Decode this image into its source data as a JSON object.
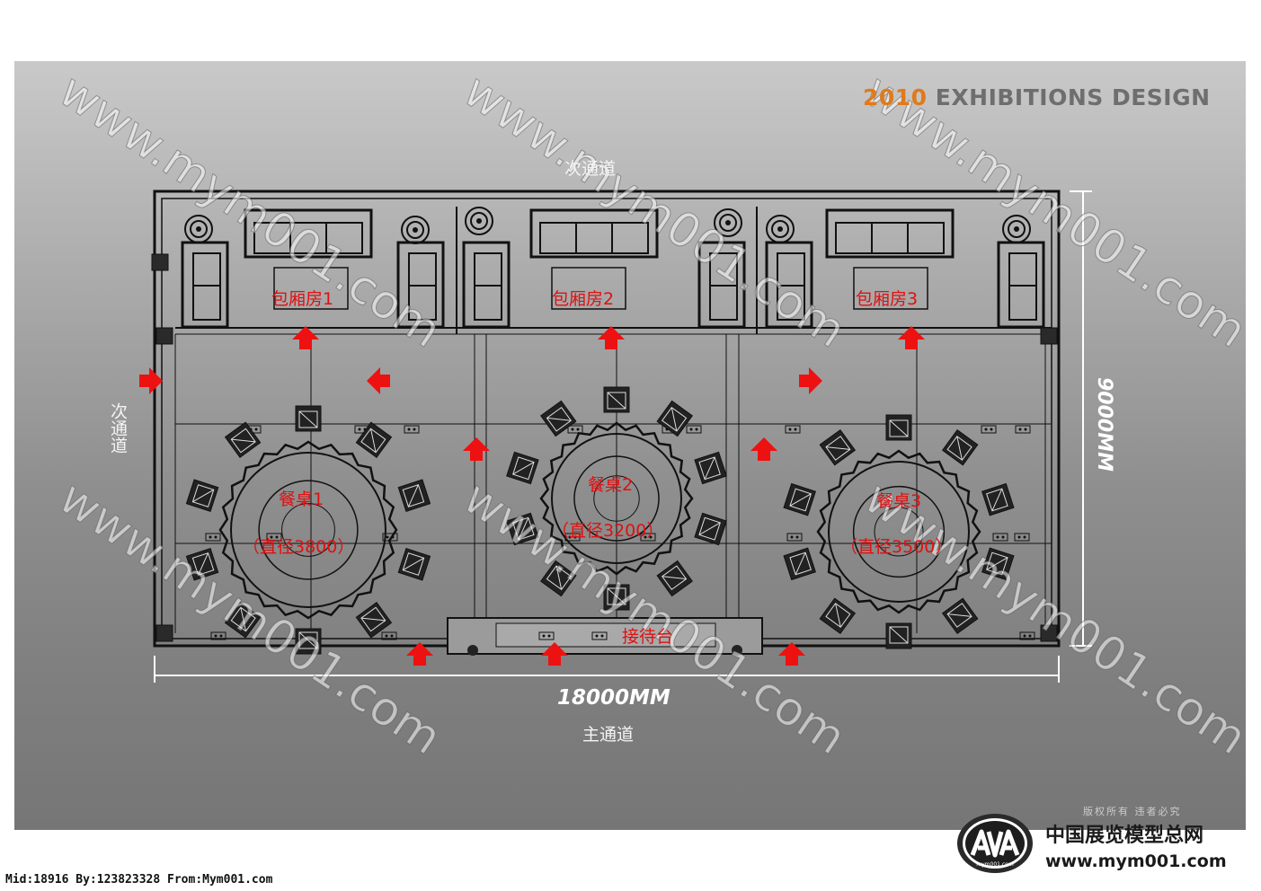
{
  "header": {
    "year": "2010",
    "title": " EXHIBITIONS DESIGN"
  },
  "aisles": {
    "top": "次通道",
    "left": "次通道",
    "bottom": "主通道"
  },
  "dimensions": {
    "width": "18000MM",
    "height": "9000MM"
  },
  "rooms": [
    {
      "label": "包厢房1"
    },
    {
      "label": "包厢房2"
    },
    {
      "label": "包厢房3"
    }
  ],
  "tables": [
    {
      "label": "餐桌1",
      "diameter_label": "（直径3800）"
    },
    {
      "label": "餐桌2",
      "diameter_label": "（直径3200）"
    },
    {
      "label": "餐桌3",
      "diameter_label": "（直径3500）"
    }
  ],
  "reception": {
    "label": "接待台"
  },
  "watermark": {
    "text": "www.mym001.com"
  },
  "copyright": "版权所有  违者必究",
  "brand": {
    "name": "中国展览模型总网",
    "url": "www.mym001.com",
    "logo_text": "mym001.com"
  },
  "footer": {
    "meta": "Mid:18916 By:123823328 From:Mym001.com"
  },
  "colors": {
    "accent": "#e07a1a",
    "arrow": "#ee1111",
    "line": "#111111"
  }
}
